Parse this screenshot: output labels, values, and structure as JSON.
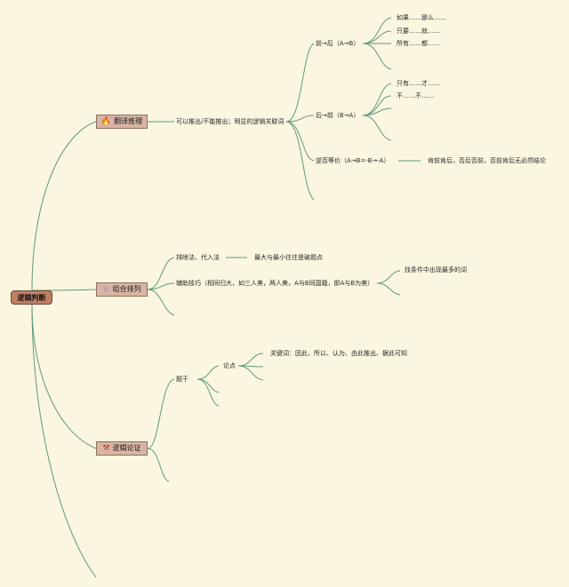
{
  "root": {
    "label": "逻辑判断"
  },
  "branches": [
    {
      "label": "翻译推理",
      "icon": "fire-icon",
      "icon_glyph": "🔥",
      "note": "可以推出/不能推出；明显的逻辑关联词",
      "children": [
        {
          "label": "前→后（A→B）",
          "items": [
            "如果……那么……",
            "只要……就……",
            "所有……都……"
          ]
        },
        {
          "label": "后→前（B→A）",
          "items": [
            "只有……才……",
            "不……不……"
          ]
        },
        {
          "label": "逆否等价（A→B=-B→-A）",
          "note": "肯前肯后，否后否前，否前肯后无必然结论"
        }
      ]
    },
    {
      "label": "组合排列",
      "icon": "star-icon",
      "icon_glyph": "☆",
      "children": [
        {
          "label": "排除法、代入法",
          "note": "最大与最小往往是破题点"
        },
        {
          "label": "辅助技巧（相同归大，如三人美，两人美，A与B同国籍，即A与B为美）",
          "note": "找条件中出现最多的词"
        }
      ]
    },
    {
      "label": "逻辑论证",
      "icon": "hammer-icon",
      "icon_glyph": "⚒",
      "children": [
        {
          "label": "题干",
          "sub": {
            "label": "论点",
            "note": "关键词：因此、所以、认为、由此推出、据此可知"
          }
        }
      ]
    }
  ],
  "colors": {
    "line": "#5f9b7d",
    "topic": "#d7b4a3",
    "root": "#bf7f63",
    "background": "#fbf6df"
  }
}
